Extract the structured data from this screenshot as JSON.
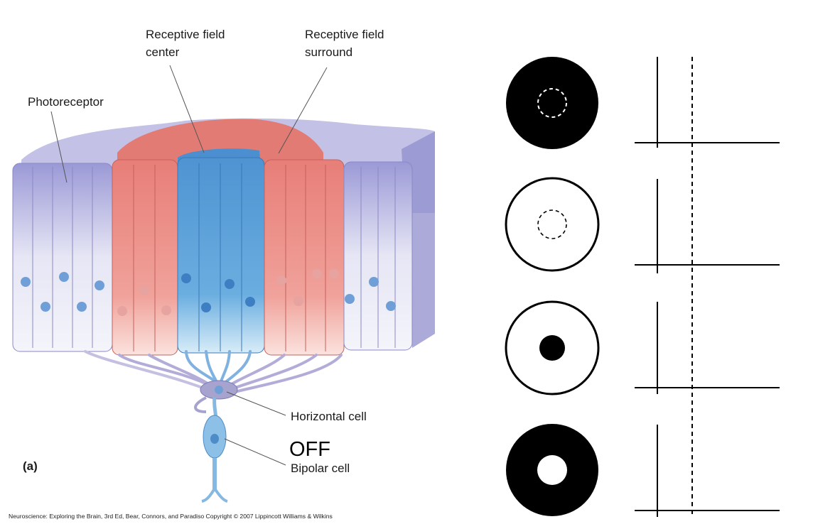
{
  "labels": {
    "rf_center_1": "Receptive field",
    "rf_center_2": "center",
    "rf_surround_1": "Receptive field",
    "rf_surround_2": "surround",
    "photoreceptor": "Photoreceptor",
    "horizontal_cell": "Horizontal cell",
    "off": "OFF",
    "bipolar_cell": "Bipolar cell",
    "panel": "(a)"
  },
  "credit": "Neuroscience: Exploring the Brain, 3rd Ed, Bear, Connors, and Paradiso Copyright © 2007 Lippincott Williams & Wilkins",
  "stimuli": [
    {
      "name": "dark-surround-dark-center",
      "surround": "dark",
      "center": "dark"
    },
    {
      "name": "light-surround-light-center",
      "surround": "light",
      "center": "light"
    },
    {
      "name": "light-surround-dark-spot",
      "surround": "light",
      "center": "dark"
    },
    {
      "name": "dark-surround-light-spot",
      "surround": "dark",
      "center": "light"
    }
  ],
  "colors": {
    "center": "#5a9fd4",
    "surround": "#e8847a",
    "photoreceptor": "#a9a8d8",
    "cell": "#a7a3cf"
  }
}
